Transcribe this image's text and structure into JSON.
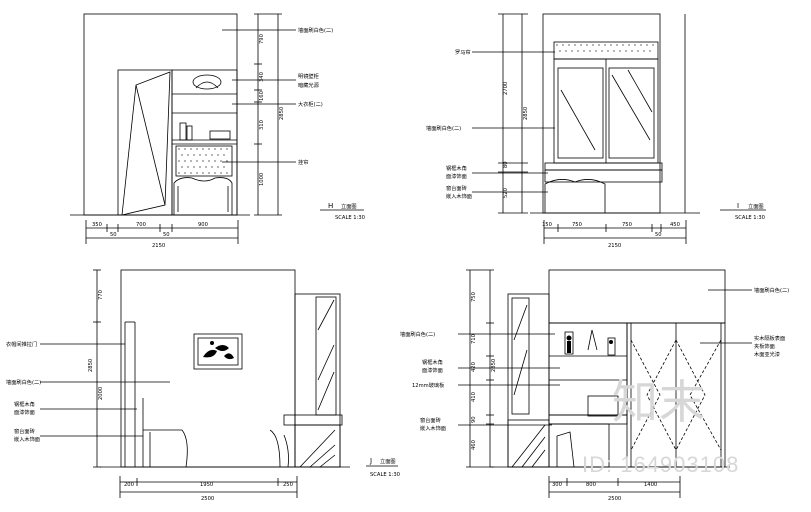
{
  "watermark": {
    "logo": "知末",
    "id_text": "ID: 164903108"
  },
  "panels": {
    "H": {
      "label": "H",
      "title": "立面图",
      "scale": "SCALE 1:30",
      "dims_h": [
        "350",
        "50",
        "700",
        "50",
        "900"
      ],
      "total": "2150",
      "dims_v": [
        "790",
        "340",
        "160",
        "310",
        "1000"
      ],
      "height": "2850",
      "callouts": [
        "墙面刷白色(二)",
        "明镜壁柜",
        "暗藏光源",
        "大衣柜(二)",
        "挂帘"
      ]
    },
    "I": {
      "label": "I",
      "title": "立面图",
      "scale": "SCALE 1:30",
      "dims_h": [
        "150",
        "750",
        "750",
        "50",
        "450"
      ],
      "total": "2150",
      "dims_v": [
        "2700",
        "80",
        "520"
      ],
      "height": "2850",
      "callouts": [
        "罗马帘",
        "墙面刷白色(二)",
        "钢框木角",
        "面漆饰面",
        "窗台面砖",
        "嵌入木饰面"
      ]
    },
    "J": {
      "label": "J",
      "title": "立面图",
      "scale": "SCALE 1:30",
      "dims_h": [
        "200",
        "1950",
        "250"
      ],
      "total": "2500",
      "dims_v": [
        "770",
        "2000"
      ],
      "height": "2850",
      "callouts": [
        "衣帽间推拉门",
        "墙面刷白色(二)",
        "钢框木角",
        "面漆饰面",
        "窗台面砖",
        "嵌入木饰面"
      ]
    },
    "K": {
      "dims_h": [
        "300",
        "800",
        "1400"
      ],
      "total": "2500",
      "dims_v": [
        "750",
        "710",
        "420",
        "410",
        "90",
        "460"
      ],
      "height": "2850",
      "callouts": [
        "墙面刷白色(二)",
        "钢框木角",
        "面漆饰面",
        "12mm玻璃板",
        "窗台面砖",
        "嵌入木饰面",
        "墙面刷白色(二)",
        "实木隔板表面",
        "夹板饰面",
        "木面亚光漆"
      ]
    }
  }
}
